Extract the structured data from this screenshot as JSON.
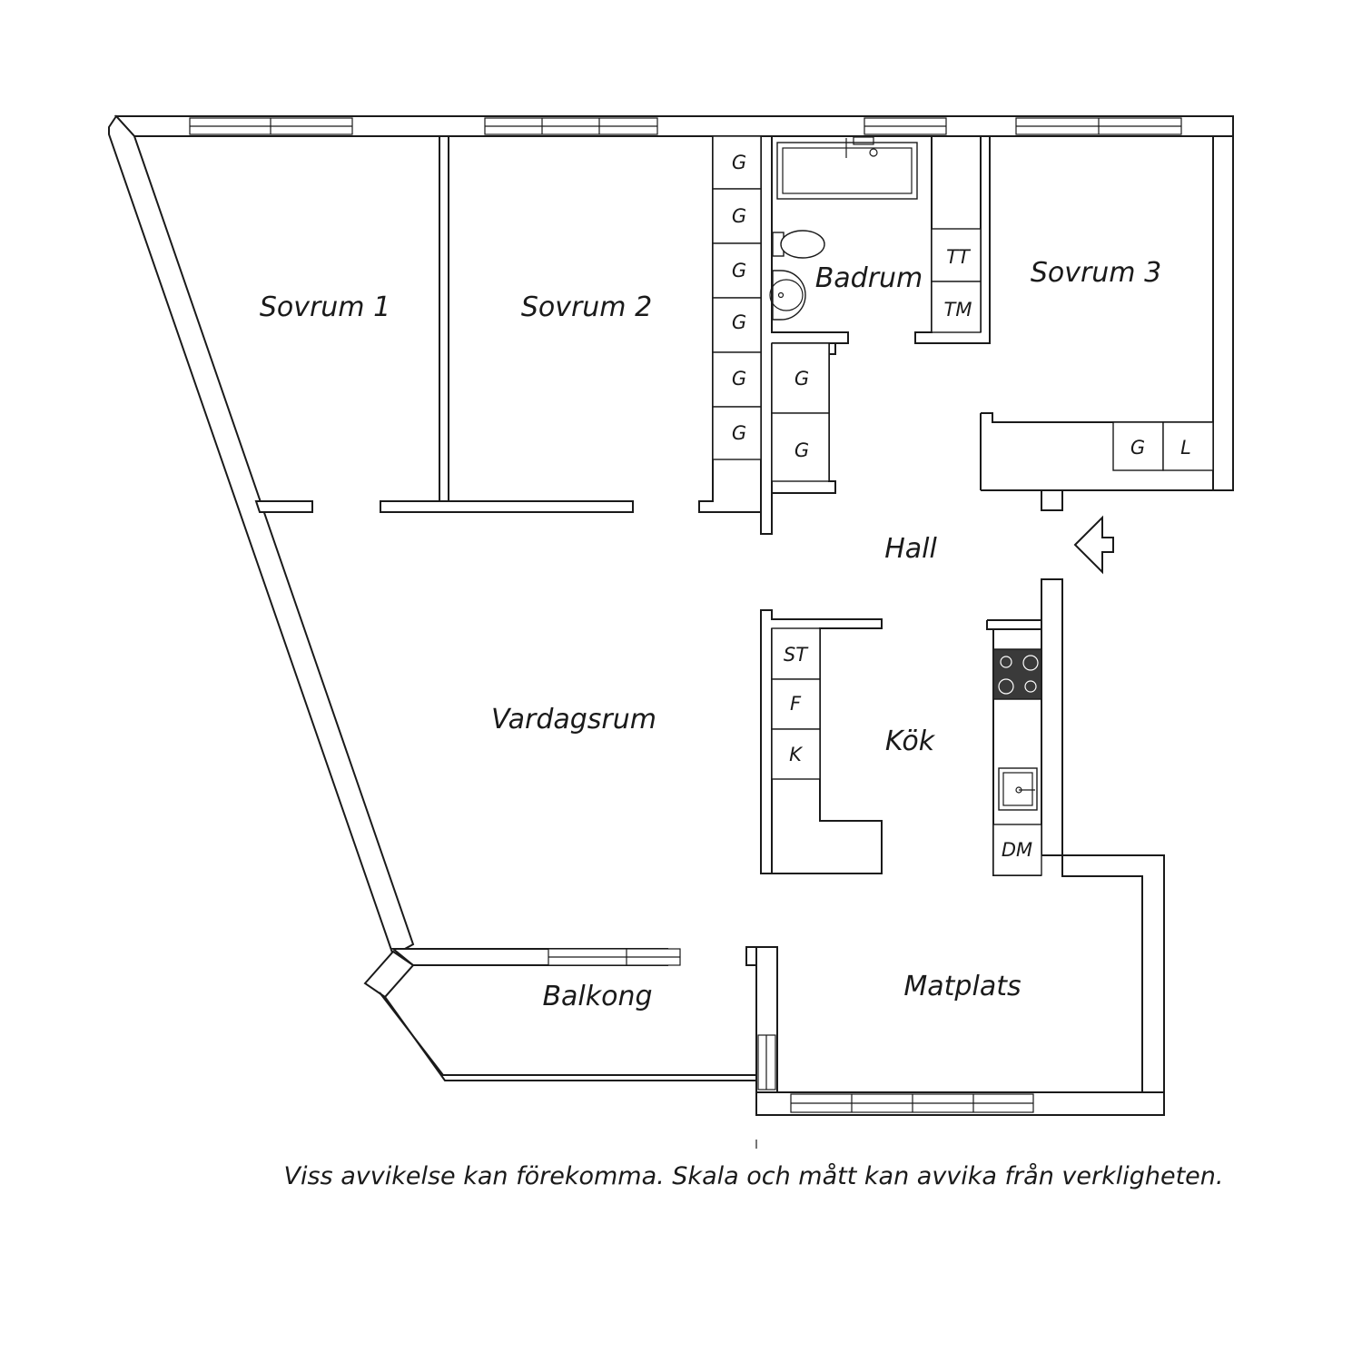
{
  "rooms": {
    "sovrum1": "Sovrum 1",
    "sovrum2": "Sovrum 2",
    "sovrum3": "Sovrum 3",
    "badrum": "Badrum",
    "hall": "Hall",
    "vardagsrum": "Vardagsrum",
    "kok": "Kök",
    "matplats": "Matplats",
    "balkong": "Balkong"
  },
  "fixtures": {
    "wardrobe": "G",
    "tumble_dryer": "TT",
    "washing_machine": "TM",
    "linen": "L",
    "freezer_tall": "ST",
    "fridge": "F",
    "cooler": "K",
    "dishwasher": "DM"
  },
  "disclaimer": "Viss avvikelse kan förekomma. Skala och mått kan avvika från verkligheten.",
  "colors": {
    "ink": "#1a1a1a",
    "background": "#ffffff",
    "stove": "#3a3a3a"
  }
}
